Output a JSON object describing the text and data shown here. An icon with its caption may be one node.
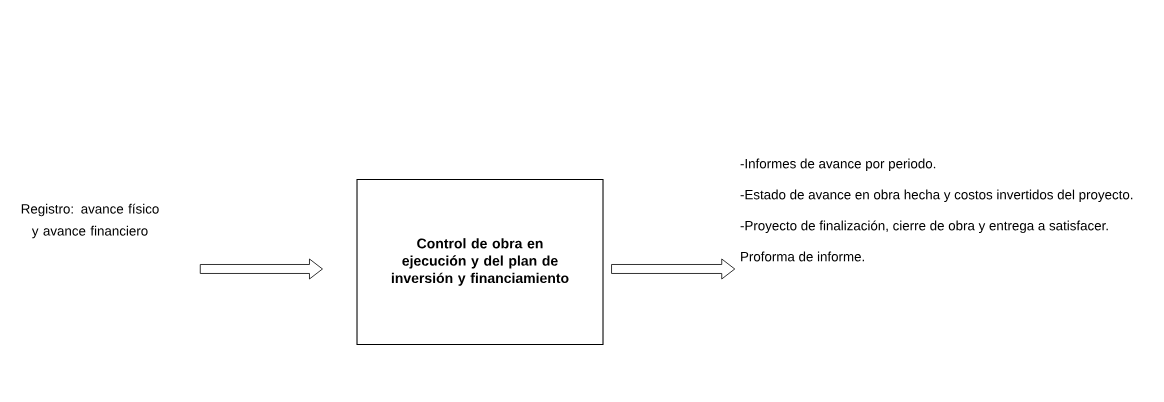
{
  "diagram": {
    "nodes": [
      {
        "text": [
          "Registro: avance físico y avance financiero"
        ]
      },
      {
        "text": [
          "Control de obra en ejecución y del plan de inversión y financiamiento"
        ]
      },
      {
        "text": [
          "-Informes de avance por periodo.",
          "-Estado de avance en obra hecha y costos invertidos del proyecto.",
          "-Proyecto de finalización, cierre de obra y entrega a satisfacer.",
          "Proforma de informe."
        ]
      }
    ],
    "edges": [
      {
        "from": 0,
        "to": 1,
        "arrow": "to"
      },
      {
        "from": 1,
        "to": 2,
        "arrow": "to"
      }
    ]
  }
}
